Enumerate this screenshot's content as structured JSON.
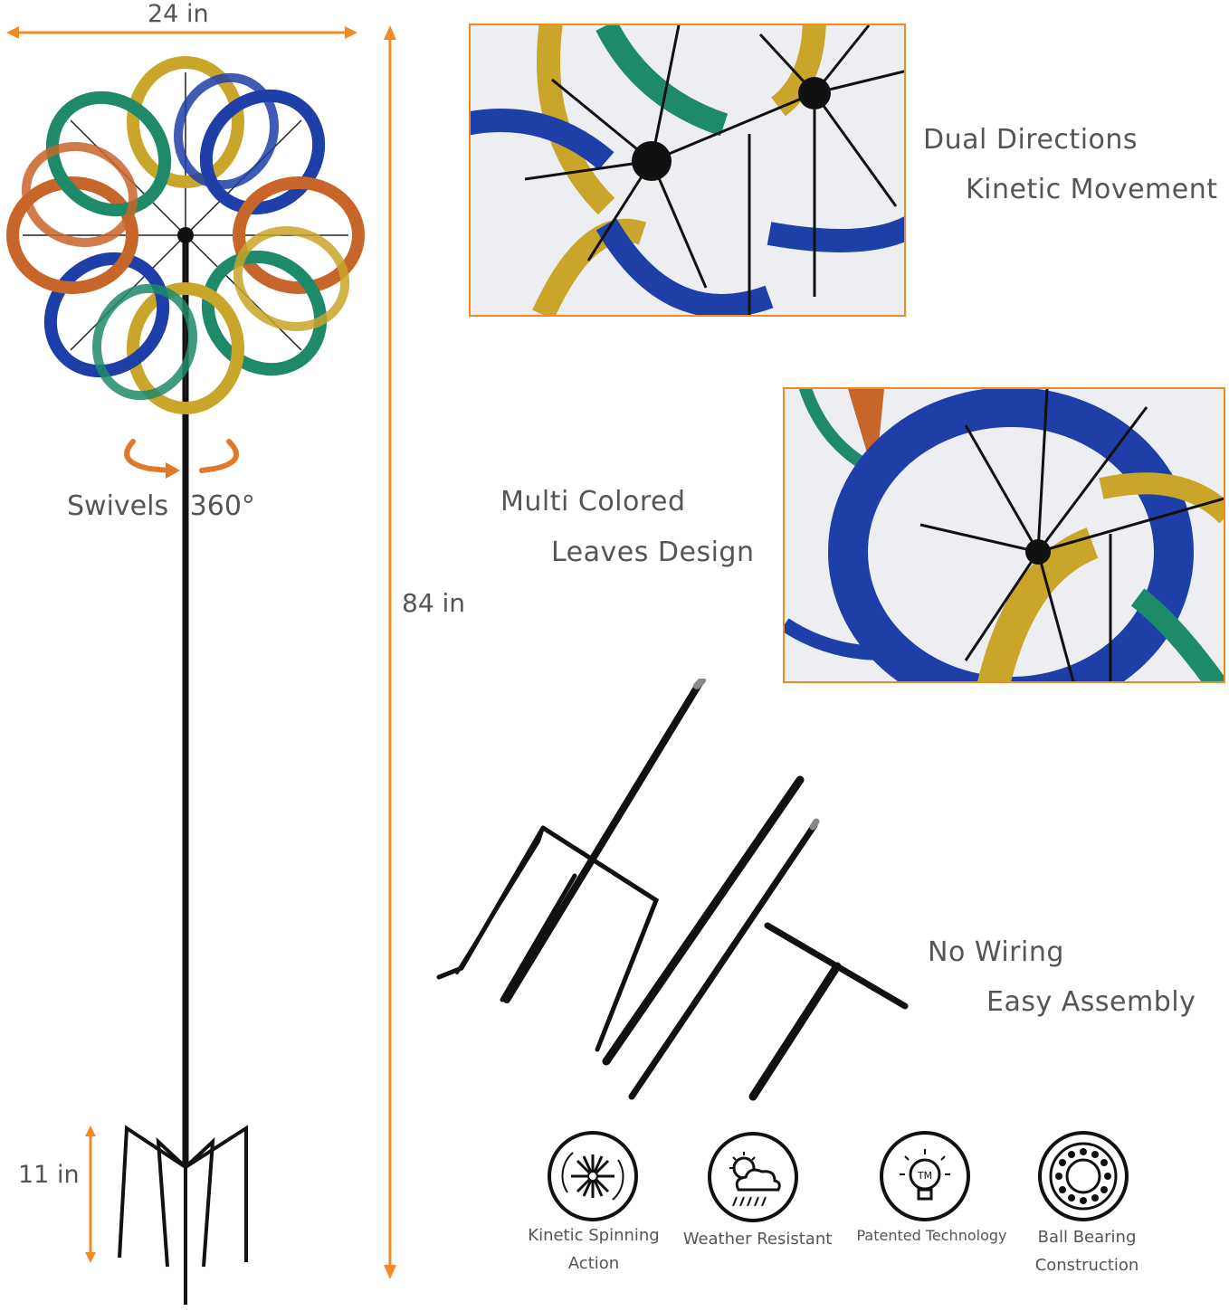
{
  "dimensions": {
    "width_label": "24 in",
    "height_label": "84 in",
    "stake_label": "11 in"
  },
  "swivel": {
    "label_word": "Swivels",
    "label_degree": "360°"
  },
  "features": {
    "dual": {
      "line1": "Dual Directions",
      "line2": "Kinetic Movement"
    },
    "multi": {
      "line1": "Multi Colored",
      "line2": "Leaves Design"
    },
    "assembly": {
      "line1": "No Wiring",
      "line2": "Easy Assembly"
    }
  },
  "badges": [
    {
      "icon": "kinetic-spinning-icon",
      "line1": "Kinetic Spinning",
      "line2": "Action"
    },
    {
      "icon": "weather-icon",
      "line1": "Weather Resistant",
      "line2": ""
    },
    {
      "icon": "lightbulb-tm-icon",
      "line1": "Patented Technology",
      "line2": ""
    },
    {
      "icon": "ball-bearing-icon",
      "line1": "Ball Bearing",
      "line2": "Construction"
    }
  ],
  "colors": {
    "accent": "#f08a24",
    "text": "#555555",
    "metal_blue": "#1f3fa8",
    "metal_gold": "#c9a52a",
    "metal_green": "#1f8a6a",
    "metal_copper": "#c8652a",
    "frame": "#111111"
  }
}
